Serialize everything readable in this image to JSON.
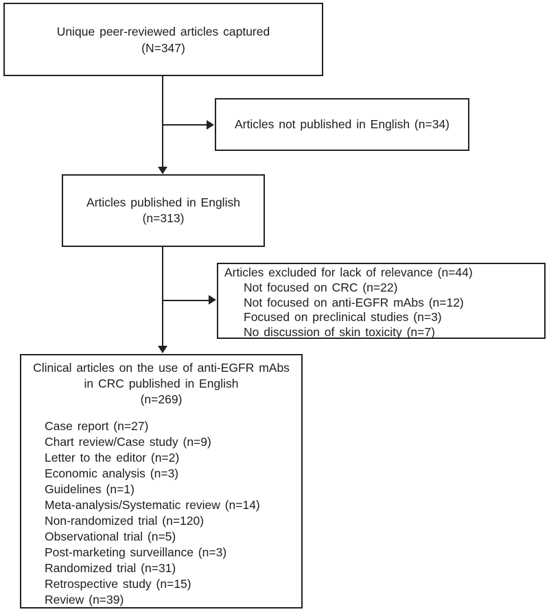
{
  "page": {
    "background_color": "#ffffff",
    "line_color": "#222222",
    "text_color": "#1d1d1d"
  },
  "flowchart": {
    "box_captured": {
      "line1": "Unique peer-reviewed articles captured",
      "line2": "(N=347)"
    },
    "box_not_english": {
      "label": "Articles not published in English (n=34)"
    },
    "box_english": {
      "line1": "Articles published in English",
      "line2": "(n=313)"
    },
    "box_excluded": {
      "title": "Articles excluded for lack of relevance (n=44)",
      "reasons": [
        "Not focused on CRC (n=22)",
        "Not focused on anti-EGFR mAbs (n=12)",
        "Focused on preclinical studies (n=3)",
        "No discussion of skin toxicity (n=7)"
      ]
    },
    "box_included": {
      "line1": "Clinical articles on the use of anti-EGFR mAbs",
      "line2": "in CRC published in English",
      "line3": "(n=269)",
      "categories": [
        "Case report (n=27)",
        "Chart review/Case study (n=9)",
        "Letter to the editor (n=2)",
        "Economic analysis (n=3)",
        "Guidelines (n=1)",
        "Meta-analysis/Systematic review (n=14)",
        "Non-randomized trial (n=120)",
        "Observational trial (n=5)",
        "Post-marketing surveillance (n=3)",
        "Randomized trial (n=31)",
        "Retrospective study (n=15)",
        "Review (n=39)"
      ]
    }
  }
}
